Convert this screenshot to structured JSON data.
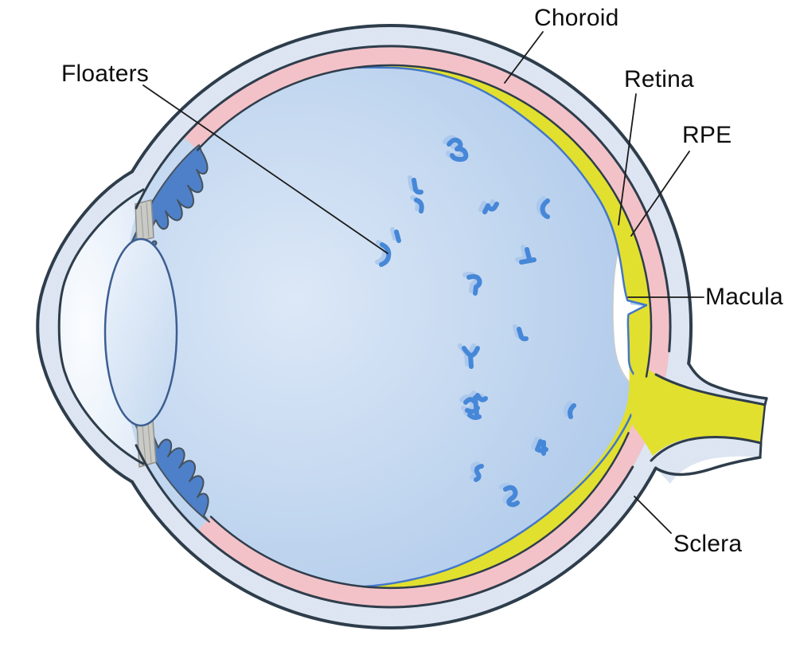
{
  "figure": {
    "type": "anatomical-diagram",
    "subject": "Cross-section of the human eye showing vitreous floaters and retinal layers"
  },
  "labels": {
    "floaters": "Floaters",
    "choroid": "Choroid",
    "retina": "Retina",
    "rpe": "RPE",
    "macula": "Macula",
    "sclera": "Sclera"
  },
  "colors": {
    "background": "#ffffff",
    "outline_dark": "#2e3d4b",
    "sclera_fill": "#e2e9f5",
    "choroid_pink": "#f3c2c8",
    "retina_yellow": "#e2e02f",
    "ilm_blue": "#4377c8",
    "vitreous_edge": "#a6c4e8",
    "vitreous_center": "#d8e5f6",
    "gap_white": "#ffffff",
    "hyaloid_gray": "#c6cacc",
    "iris_blue": "#4d80c9",
    "zonule_gray": "#c9c9c5",
    "lens_light": "#ecf3fb",
    "lens_dark": "#c5d9f0",
    "floater_blue": "#4687d8",
    "floater_ghost": "#a8c6ec",
    "leader_line": "#1b1b1b",
    "label_color": "#0d0d0d"
  }
}
